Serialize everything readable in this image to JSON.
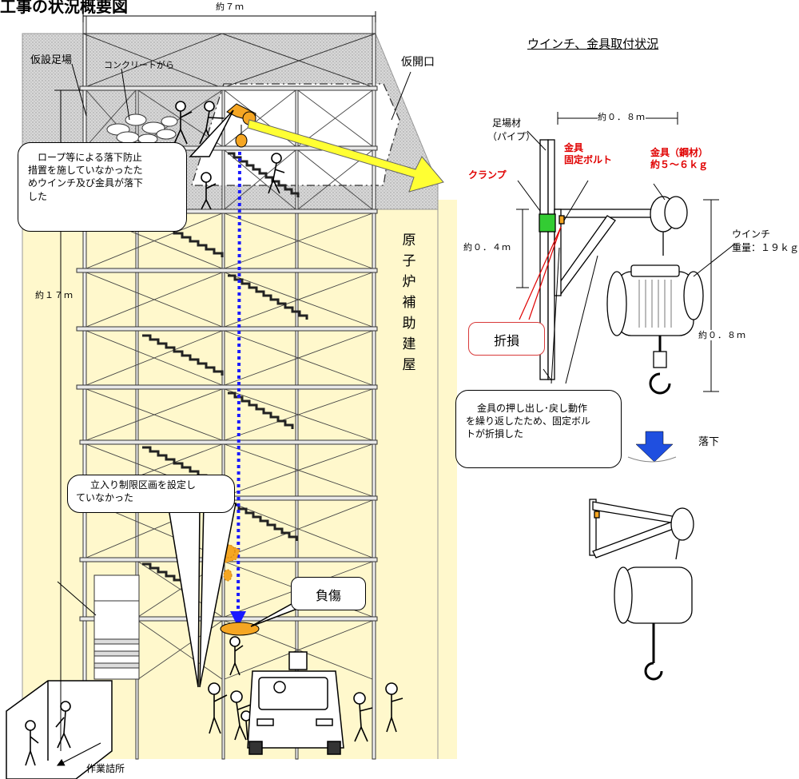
{
  "title": "工事の状況概要図",
  "left": {
    "width_dim": "約７ｍ",
    "height_dim": "約１７ｍ",
    "scaffold_label": "仮設足場",
    "rubble_label": "コンクリートがら",
    "opening_label": "仮開口",
    "building_label": [
      "原",
      "子",
      "炉",
      "補",
      "助",
      "建",
      "屋"
    ],
    "callout_rope": [
      "ロープ等による落下防止",
      "措置を施していなかったた",
      "めウインチ及び金具が落下",
      "した"
    ],
    "callout_zone": [
      "立入り制限区画を設定し",
      "ていなかった"
    ],
    "injury_label": "負傷",
    "office_label": "作業詰所"
  },
  "right": {
    "heading": "ウインチ、金具取付状況",
    "pipe_label": [
      "足場材",
      "（パイプ）"
    ],
    "dim_top": "約０．８ｍ",
    "bolt_label": [
      "金具",
      "固定ボルト"
    ],
    "bracket_label": [
      "金具（鋼材）",
      "約５～６ｋｇ"
    ],
    "clamp_label": "クランプ",
    "dim_left": "約０．４ｍ",
    "winch_label": [
      "ウインチ",
      "重量：１９ｋｇ"
    ],
    "dim_right": "約０．８ｍ",
    "broken_label": "折損",
    "callout_bolt": [
      "金具の押し出し･戻し動作",
      "を繰り返したため、固定ボル",
      "トが折損した"
    ],
    "fall_label": "落下"
  },
  "colors": {
    "building": "#fff8cc",
    "roof": "#d0d0d0",
    "dash_blue": "#1a1aff",
    "arrow_yellow": "#ffff33",
    "winch_orange": "#f5a623",
    "clamp_green": "#33cc33",
    "arrow_blue": "#1f4fe0"
  }
}
